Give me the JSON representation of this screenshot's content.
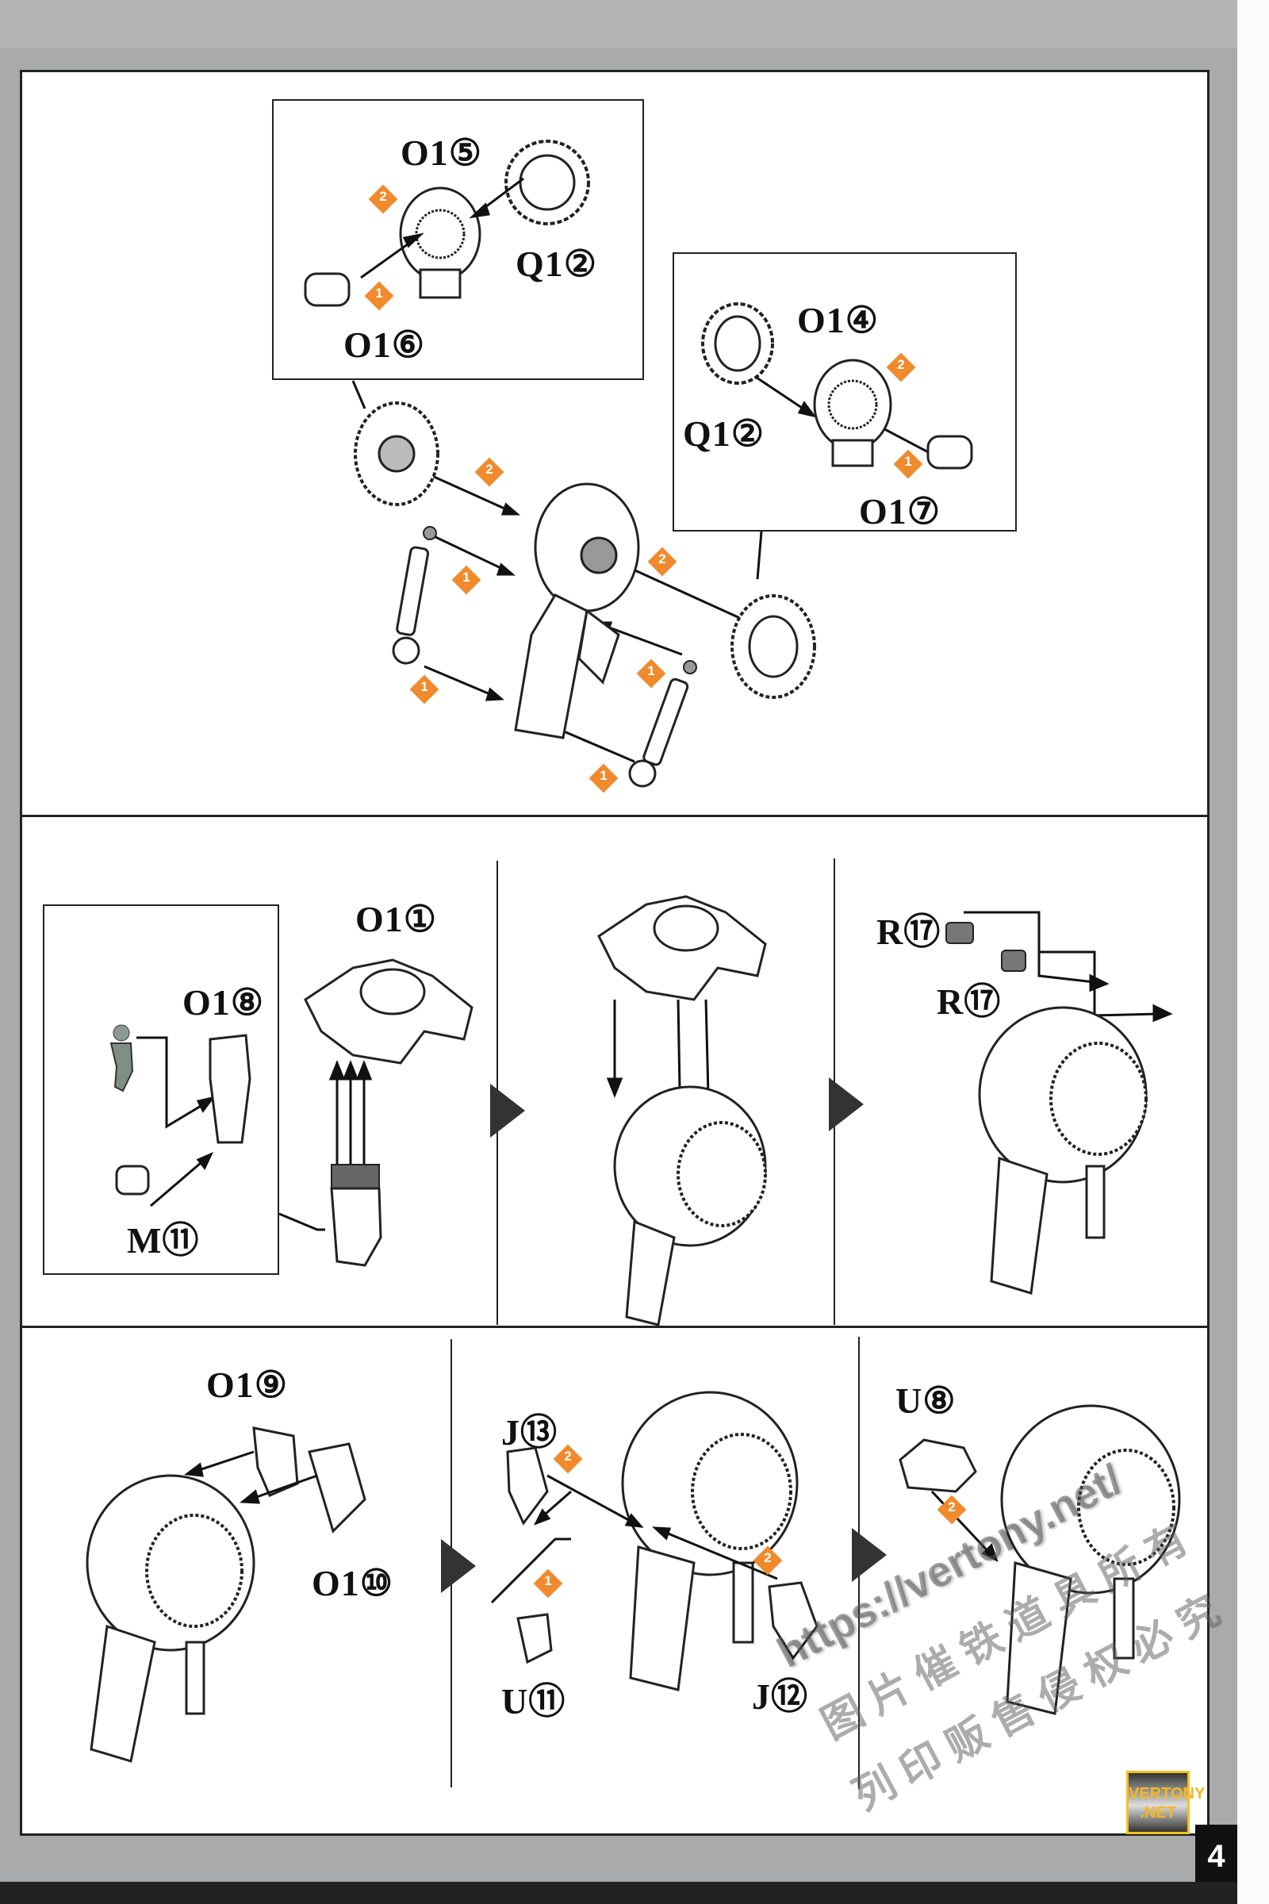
{
  "page_number": "4",
  "logo": {
    "line1": "VERTONY",
    "line2": ".NET"
  },
  "watermark": {
    "url": "https://vertony.net/",
    "line1": "图片催铁道具所有",
    "line2": "列印贩售侵权必究"
  },
  "colors": {
    "step_marker": "#f08a2c",
    "frame": "#222222",
    "background": "#a9aaac"
  },
  "panel1": {
    "inset_a": {
      "part_top": "O1⑤",
      "part_right": "Q1②",
      "part_bottom": "O1⑥",
      "steps": [
        "2",
        "1"
      ]
    },
    "inset_b": {
      "part_top": "O1④",
      "part_left": "Q1②",
      "part_bottom": "O1⑦",
      "steps": [
        "2",
        "1"
      ]
    },
    "steps": [
      "2",
      "1",
      "2",
      "1",
      "1",
      "1"
    ]
  },
  "panel2": {
    "inset": {
      "part_top": "O1⑧",
      "part_bottom": "M⑪"
    },
    "part_main": "O1①",
    "part_r1": "R⑰",
    "part_r2": "R⑰"
  },
  "panel3": {
    "part_a": "O1⑨",
    "part_b": "O1⑩",
    "part_j13": "J⑬",
    "part_u11": "U⑪",
    "part_j12": "J⑫",
    "part_u8": "U⑧",
    "steps": [
      "2",
      "1",
      "2",
      "2"
    ]
  }
}
